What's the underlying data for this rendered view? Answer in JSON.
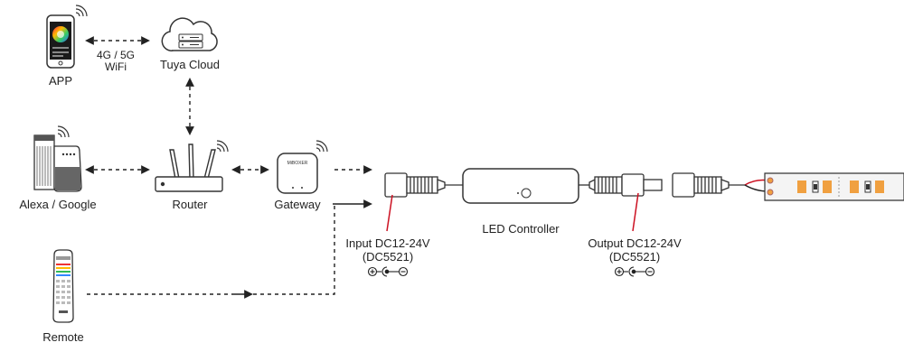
{
  "devices": {
    "app": "APP",
    "cloud": "Tuya Cloud",
    "alexa": "Alexa / Google",
    "router": "Router",
    "gateway": "Gateway",
    "remote": "Remote",
    "controller": "LED Controller"
  },
  "connection": {
    "line1": "4G / 5G",
    "line2": "WiFi"
  },
  "input": {
    "label": "Input DC12-24V",
    "connector": "(DC5521)"
  },
  "output": {
    "label": "Output DC12-24V",
    "connector": "(DC5521)"
  },
  "polarity": {
    "plus": "+",
    "minus": "−"
  },
  "gateway_brand": "MiBOXER",
  "colors": {
    "line": "#222222",
    "callout": "#cc1122",
    "led_chip": "#f0a040",
    "strip": "#e8e8e8"
  }
}
